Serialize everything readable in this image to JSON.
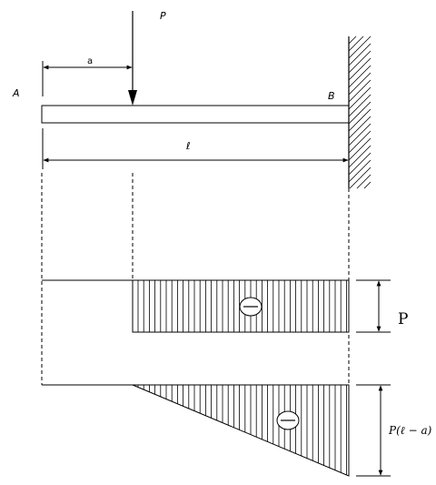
{
  "labels": {
    "load": "P",
    "end_a": "A",
    "end_b": "B",
    "dim_a": "a",
    "dim_length": "ℓ",
    "shear_value": "P",
    "moment_value": "P(ℓ − a)"
  },
  "symbols": {
    "shear_sign": "minus-sign-icon",
    "moment_sign": "minus-sign-icon"
  },
  "colors": {
    "line": "#000000",
    "background": "#ffffff"
  }
}
